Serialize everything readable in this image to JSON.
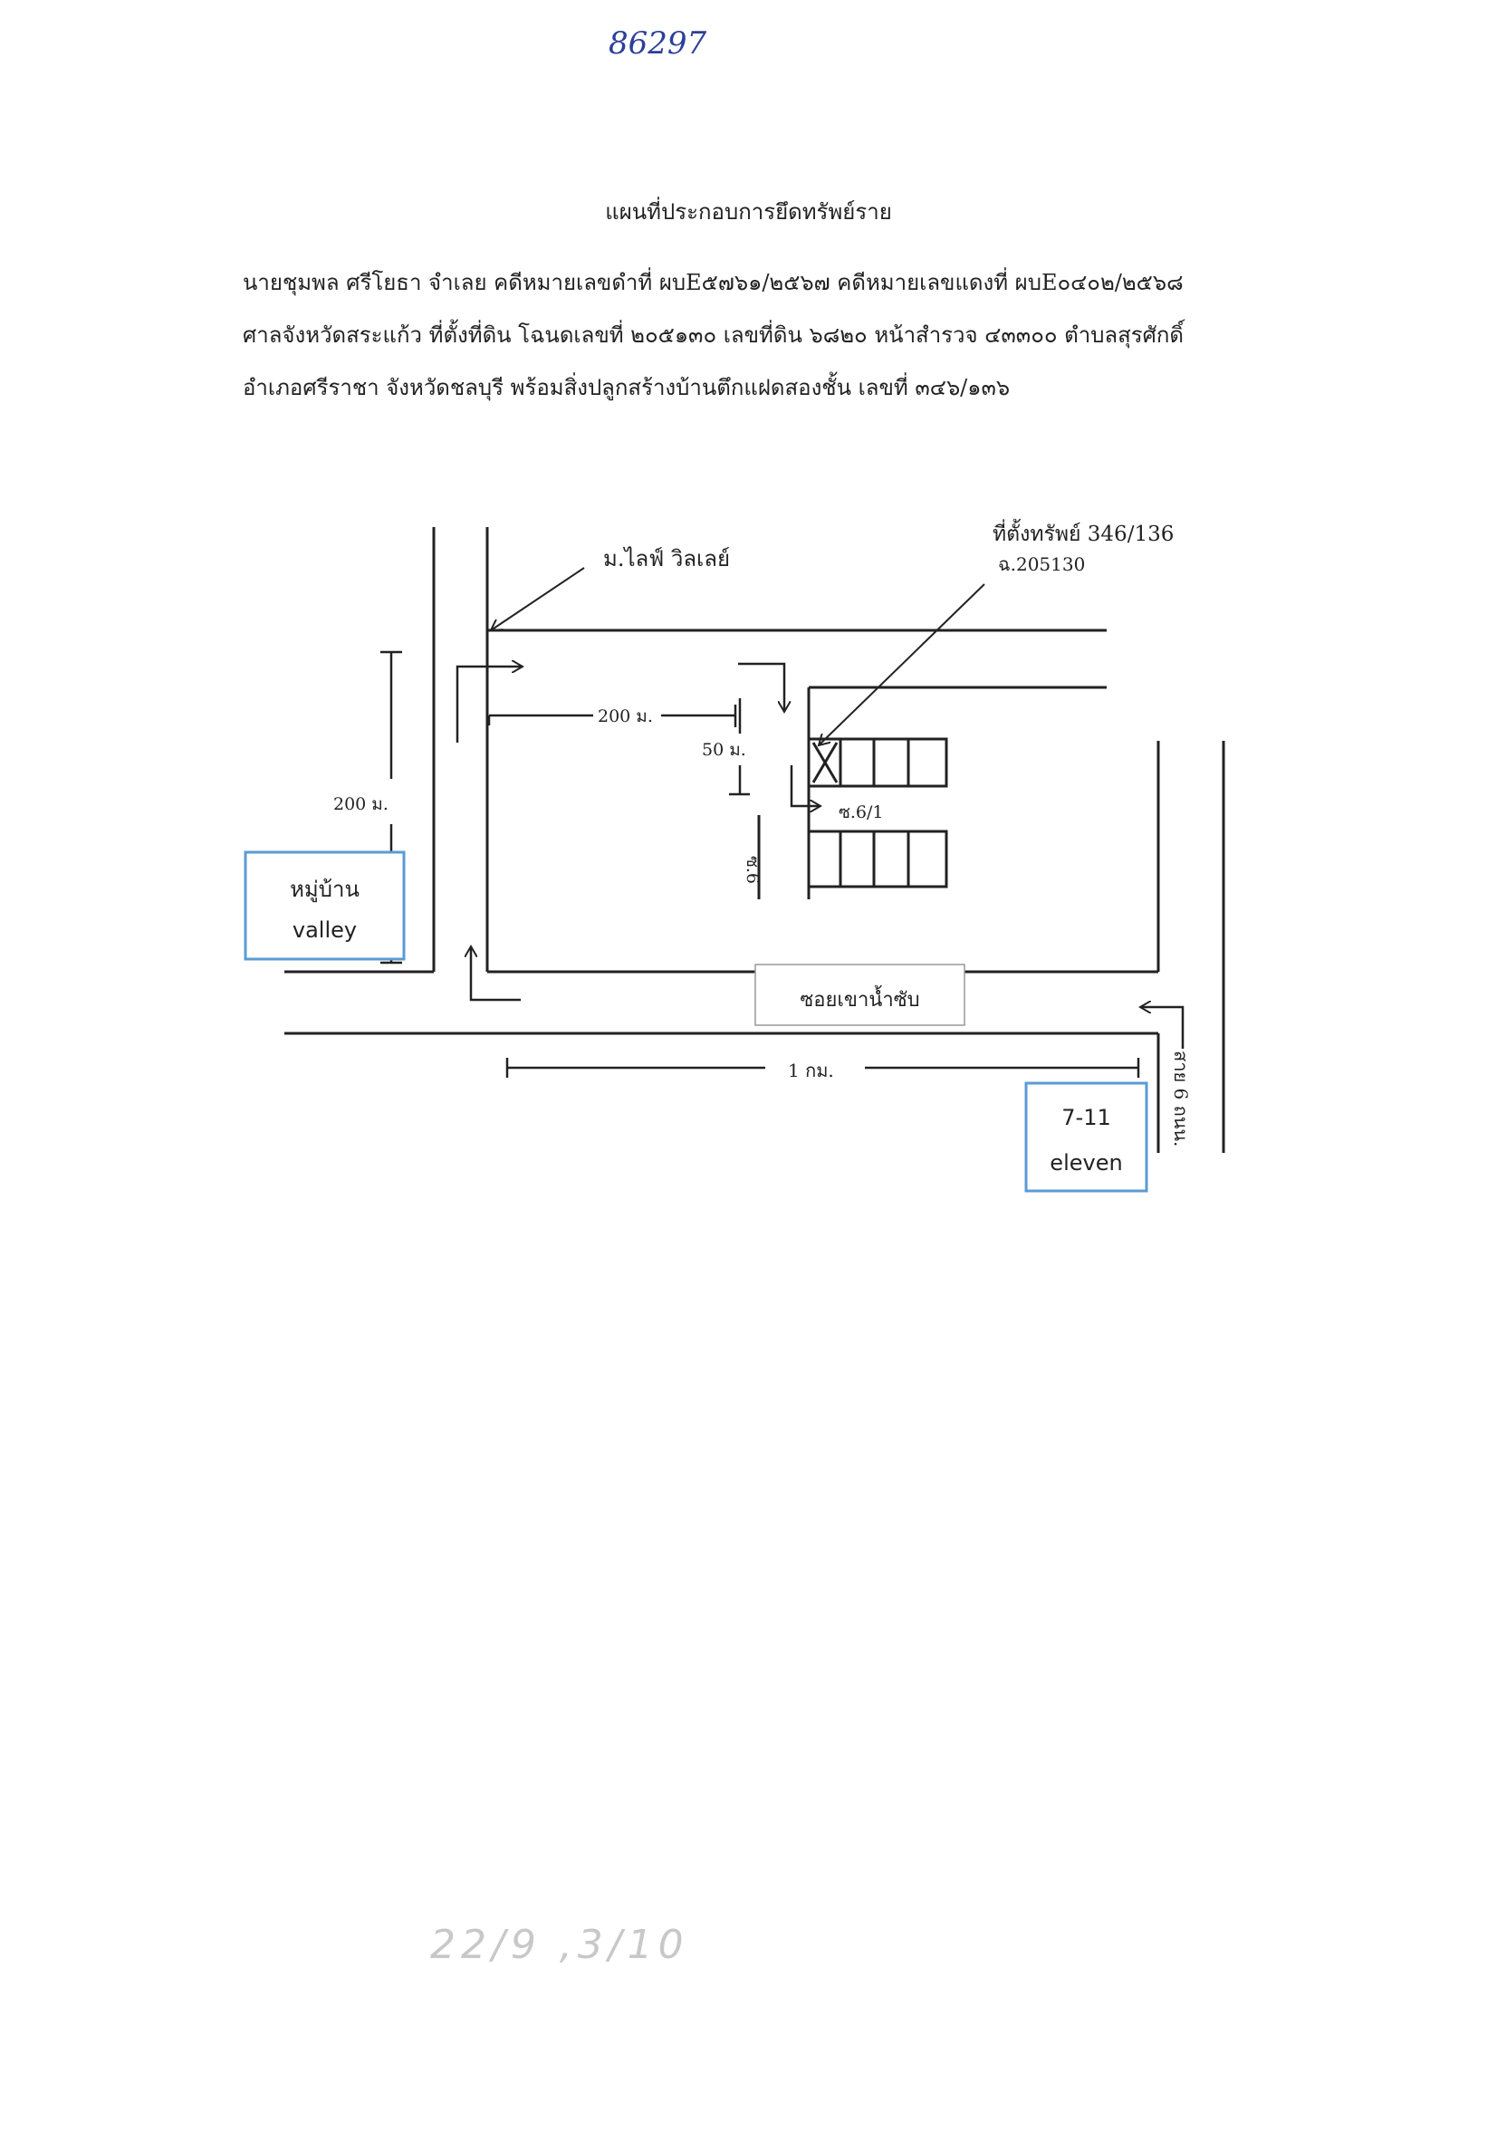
{
  "annotations": {
    "top_handwritten": "86297",
    "bottom_handwritten": "22/9 ,3/10"
  },
  "document": {
    "title": "แผนที่ประกอบการยึดทรัพย์ราย",
    "para_line1": "นายชุมพล ศรีโยธา จำเลย คดีหมายเลขดำที่ ผบE๕๗๖๑/๒๕๖๗  คดีหมายเลขแดงที่ ผบE๐๔๐๒/๒๕๖๘",
    "para_line2": "ศาลจังหวัดสระแก้ว ที่ตั้งที่ดิน โฉนดเลขที่  ๒๐๕๑๓๐  เลขที่ดิน  ๖๘๒๐  หน้าสำรวจ  ๔๓๓๐๐  ตำบลสุรศักดิ์",
    "para_line3": "อำเภอศรีราชา จังหวัดชลบุรี พร้อมสิ่งปลูกสร้างบ้านตึกแฝดสองชั้น เลขที่  ๓๔๖/๑๓๖"
  },
  "map": {
    "property_label": "ที่ตั้งทรัพย์ 346/136",
    "deed_label": "ฉ.205130",
    "village_label": "ม.ไลฟ์ วิลเลย์",
    "dim_200_horizontal": "200 ม.",
    "dim_50": "50 ม.",
    "dim_200_vertical": "200 ม.",
    "soi_6_1": "ซ.6/1",
    "soi_6": "ซ.6",
    "road_name": "ซอยเขาน้ำซับ",
    "dim_1km": "1 กม.",
    "highway": "สาย 6 ถนน.",
    "landmark_village": [
      "หมู่บ้าน",
      "valley"
    ],
    "landmark_store": [
      "7-11",
      "eleven"
    ]
  },
  "colors": {
    "ink": "#222222",
    "box_border": "#5b9bd5",
    "pen_blue": "#2c3f9a"
  }
}
